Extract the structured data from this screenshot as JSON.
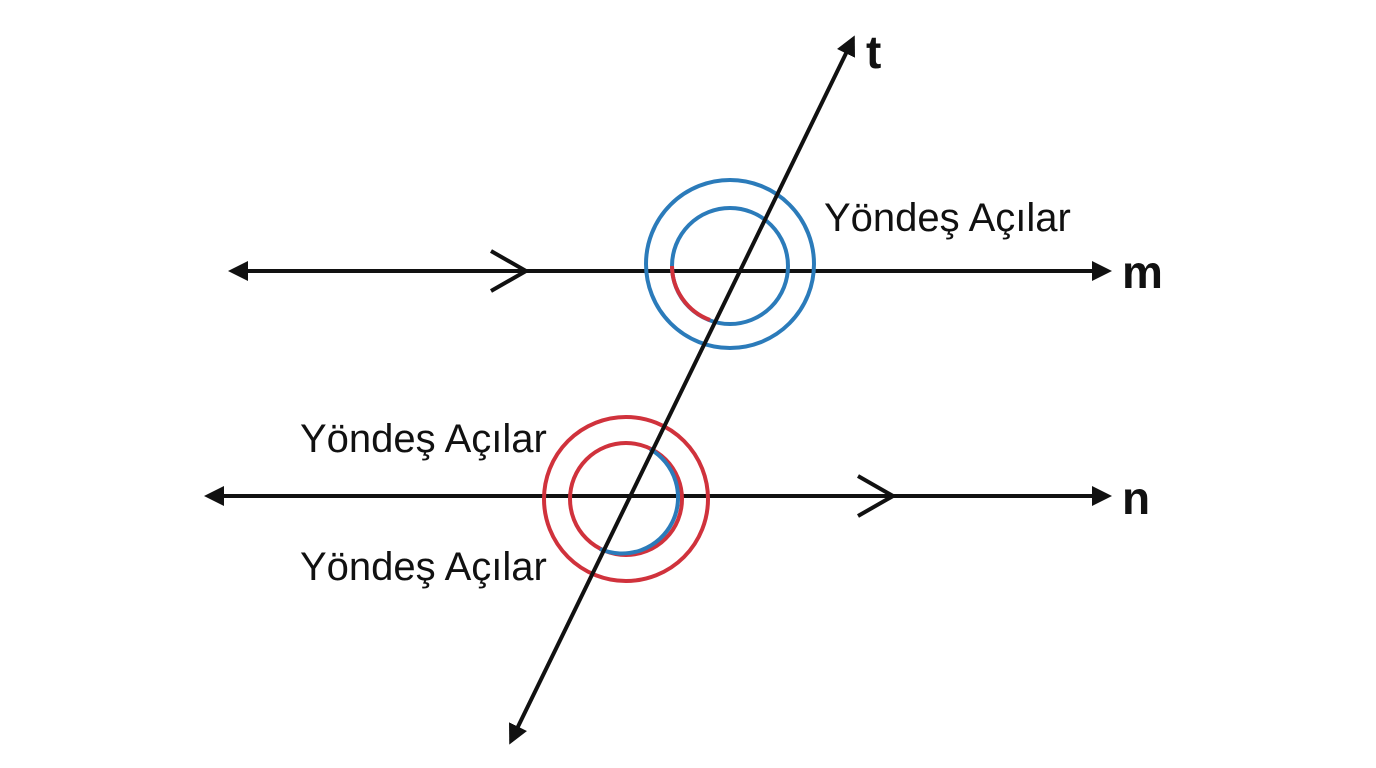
{
  "colors": {
    "line": "#111111",
    "blue": "#2b7bba",
    "red": "#d0323c",
    "background": "#ffffff"
  },
  "lines": {
    "transversal": "t",
    "upper": "m",
    "lower": "n"
  },
  "labels": {
    "upper_right": "Yöndeş Açılar",
    "lower_left_top": "Yöndeş Açılar",
    "lower_left_bottom": "Yöndeş Açılar"
  }
}
